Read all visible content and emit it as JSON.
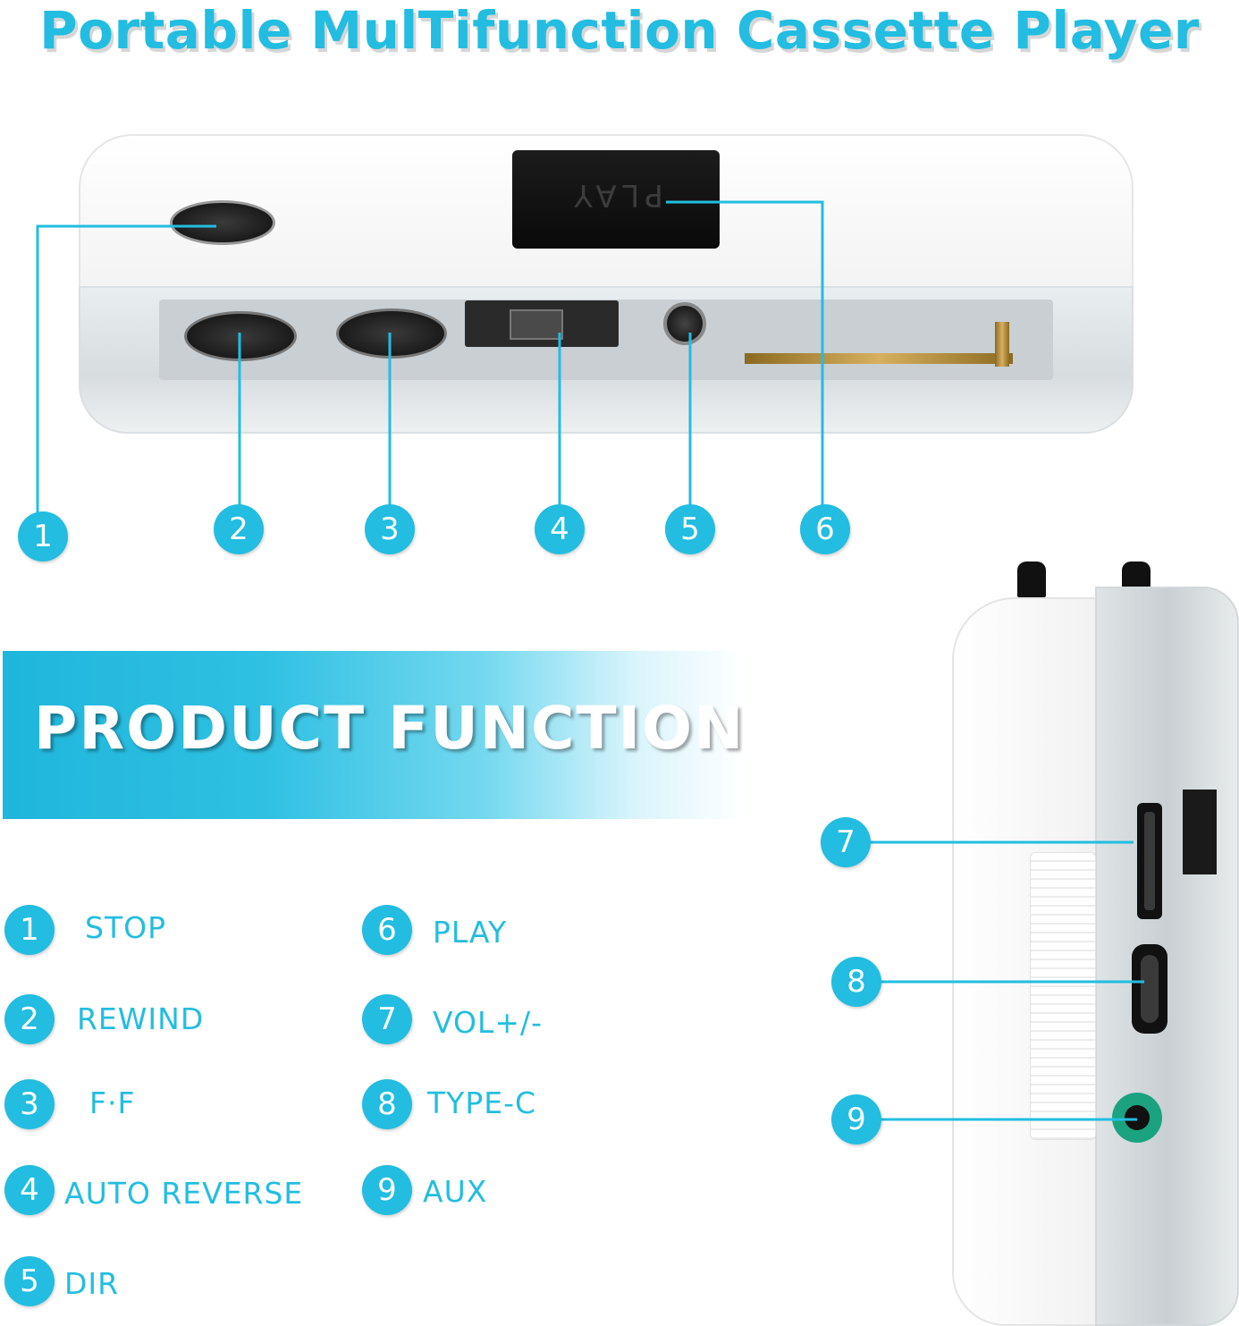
{
  "title": "Portable MulTifunction Cassette Player",
  "device_top": {
    "play_key_label": "PLAY"
  },
  "banner": {
    "heading": "PRODUCT FUNCTION"
  },
  "callouts_top": [
    "1",
    "2",
    "3",
    "4",
    "5",
    "6"
  ],
  "callouts_side": [
    "7",
    "8",
    "9"
  ],
  "functions": [
    {
      "number": "1",
      "label": "STOP"
    },
    {
      "number": "2",
      "label": "REWIND"
    },
    {
      "number": "3",
      "label": "F·F"
    },
    {
      "number": "4",
      "label": "AUTO REVERSE"
    },
    {
      "number": "5",
      "label": "DIR"
    },
    {
      "number": "6",
      "label": "PLAY"
    },
    {
      "number": "7",
      "label": "VOL+/-"
    },
    {
      "number": "8",
      "label": "TYPE-C"
    },
    {
      "number": "9",
      "label": "AUX"
    }
  ],
  "colors": {
    "accent": "#22bde0",
    "banner_start": "#1fb6dc",
    "aux_ring": "#1aa37e"
  }
}
